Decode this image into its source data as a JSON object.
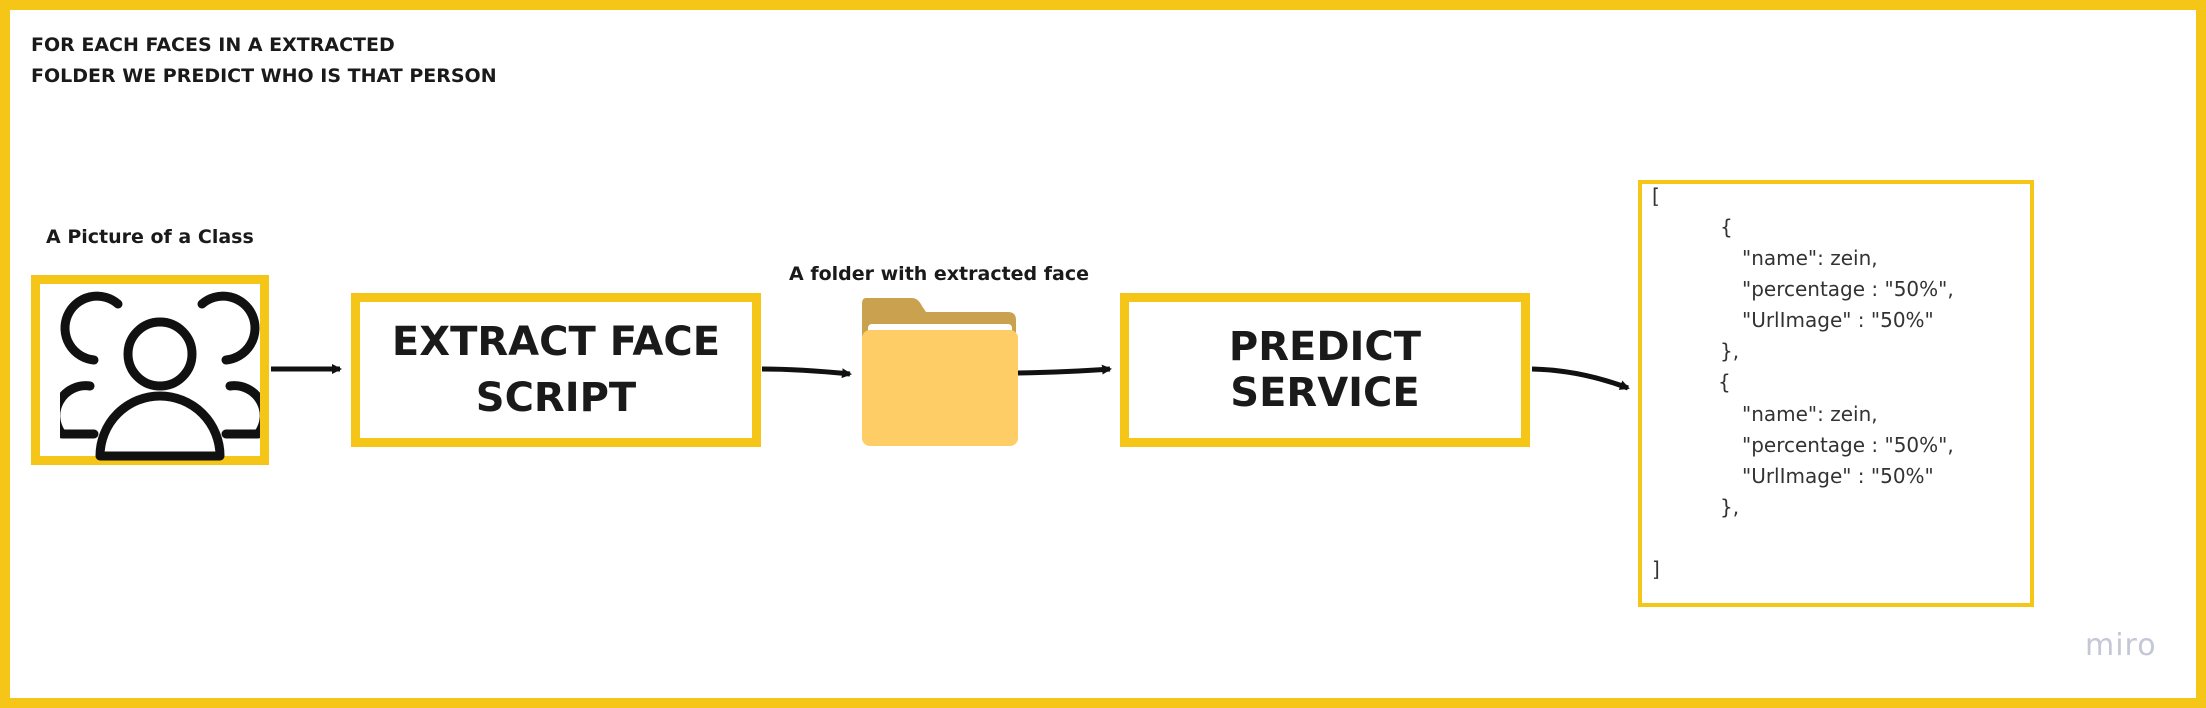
{
  "title": {
    "line1": "FOR EACH FACES IN A EXTRACTED",
    "line2": "FOLDER WE PREDICT WHO IS THAT PERSON"
  },
  "picture": {
    "caption": "A Picture of a Class",
    "icon": "people-group-icon"
  },
  "extract": {
    "line1": "EXTRACT FACE",
    "line2": "SCRIPT"
  },
  "folder": {
    "caption": "A folder with extracted face",
    "icon": "folder-icon"
  },
  "predict": {
    "label": "PREDICT SERVICE"
  },
  "json_output": {
    "open_bracket": "[",
    "obj1_open": "{",
    "obj1_name": "\"name\": zein,",
    "obj1_percentage": "\"percentage : \"50%\",",
    "obj1_url": "\"UrlImage\" : \"50%\"",
    "obj1_close": "},",
    "obj2_open": "{",
    "obj2_name": "\"name\": zein,",
    "obj2_percentage": "\"percentage : \"50%\",",
    "obj2_url": "\"UrlImage\" : \"50%\"",
    "obj2_close": "},",
    "close_bracket": "]"
  },
  "logo": {
    "text": "miro"
  },
  "colors": {
    "accent": "#f5c518",
    "folder_back": "#c9a14f",
    "folder_front": "#ffcd66",
    "ink": "#1a1a1a",
    "logo": "#c4c7d6"
  }
}
